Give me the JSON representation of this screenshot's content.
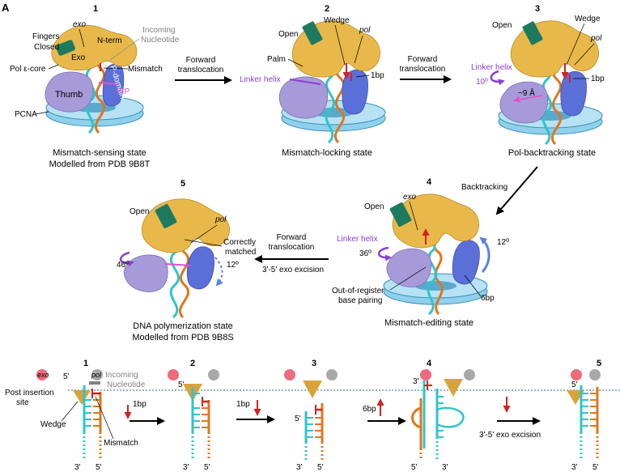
{
  "colors": {
    "pol_body": "#e8b94a",
    "pol_stroke": "#b88a2a",
    "fingers": "#1e7a5e",
    "thumb": "#a79ad8",
    "p_domain": "#5b6fd8",
    "pcna": "#8fd0ec",
    "pcna_stroke": "#3a8fb8",
    "dna_template": "#e0761c",
    "dna_primer": "#2ec4cc",
    "mismatch_red": "#d42020",
    "linker": "#8a3fd0",
    "pip": "#e24ed0",
    "exo_site": "#ef6b7c",
    "pol_site": "#a8a8a8",
    "wedge": "#d9a33a",
    "dotted_line": "#2a6f94",
    "arrow_blue": "#5b82e0"
  },
  "panel_letter": "A",
  "top": {
    "panel1": {
      "number": "1",
      "labels": {
        "exo": "exo",
        "fingers": "Fingers",
        "closed": "Closed",
        "pol_core": "Pol ε-core",
        "exo_domain": "Exo",
        "n_term": "N-term",
        "incoming_1": "Incoming",
        "incoming_2": "Nucleotide",
        "mismatch": "Mismatch",
        "p_domain": "P-domain",
        "pip": "PIP",
        "thumb": "Thumb",
        "pcna": "PCNA"
      },
      "caption_1": "Mismatch-sensing state",
      "caption_2": "Modelled from PDB 9B8T"
    },
    "arrow_1_2": {
      "line1": "Forward",
      "line2": "translocation"
    },
    "panel2": {
      "number": "2",
      "labels": {
        "open": "Open",
        "wedge": "Wedge",
        "pol": "pol",
        "palm": "Palm",
        "linker_helix": "Linker helix",
        "bp": "1bp"
      },
      "caption_1": "Mismatch-locking state"
    },
    "arrow_2_3": {
      "line1": "Forward",
      "line2": "translocation"
    },
    "panel3": {
      "number": "3",
      "labels": {
        "open": "Open",
        "wedge": "Wedge",
        "pol": "pol",
        "linker_helix": "Linker helix",
        "angle": "10º",
        "distance": "~9 Å",
        "bp": "1bp"
      },
      "caption_1": "Pol-backtracking state"
    },
    "arrow_3_4": {
      "line1": "Backtracking"
    },
    "panel4": {
      "number": "4",
      "labels": {
        "exo": "exo",
        "open": "Open",
        "linker_helix": "Linker helix",
        "angle_left": "36º",
        "angle_right": "12º",
        "bp": "6bp",
        "oor_1": "Out-of-register",
        "oor_2": "base pairing"
      },
      "caption_1": "Mismatch-editing state"
    },
    "arrow_4_5": {
      "line1": "Forward",
      "line2": "translocation",
      "line3": "3'-5' exo excision"
    },
    "panel5": {
      "number": "5",
      "labels": {
        "open": "Open",
        "pol": "pol",
        "correct_1": "Correctly",
        "correct_2": "matched",
        "angle_left": "46º",
        "angle_right": "12º"
      },
      "caption_1": "DNA polymerization state",
      "caption_2": "Modelled from PDB 9B8S"
    }
  },
  "bottom": {
    "p1": {
      "number": "1",
      "exo": "exo",
      "pol": "pol",
      "incoming_1": "Incoming",
      "incoming_2": "Nucleotide",
      "five_prime": "5'",
      "post_1": "Post insertion",
      "post_2": "site",
      "wedge": "Wedge",
      "mismatch": "Mismatch",
      "three_bottom": "3'",
      "five_bottom": "5'"
    },
    "step_1": "1bp",
    "p2": {
      "number": "2",
      "five_prime": "5'",
      "three_bottom": "3'",
      "five_bottom": "5'"
    },
    "step_2": "1bp",
    "p3": {
      "number": "3",
      "five_prime": "5'",
      "three_bottom": "3'",
      "five_bottom": "5'"
    },
    "step_3": "6bp",
    "p4": {
      "number": "4",
      "three_prime": "3'",
      "five_bottom": "5'",
      "three_bottom": "3'"
    },
    "step_4": "3'-5' exo excision",
    "p5": {
      "number": "5",
      "five_prime": "5'",
      "three_bottom": "3'",
      "five_bottom": "5'"
    }
  }
}
